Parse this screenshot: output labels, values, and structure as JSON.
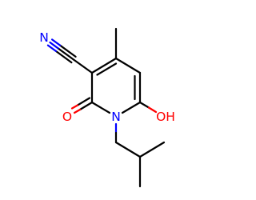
{
  "molecule": {
    "atoms": {
      "nitrile_n": {
        "symbol": "N",
        "color": "#0000ff"
      },
      "ring_n": {
        "symbol": "N",
        "color": "#0000ff"
      },
      "carbonyl_o": {
        "symbol": "O",
        "color": "#ff0000"
      },
      "hydroxyl": {
        "symbol": "OH",
        "color": "#ff0000"
      }
    },
    "colors": {
      "bond": "#000000",
      "nitrogen": "#0000ff",
      "oxygen": "#ff0000",
      "background": "#ffffff"
    }
  }
}
